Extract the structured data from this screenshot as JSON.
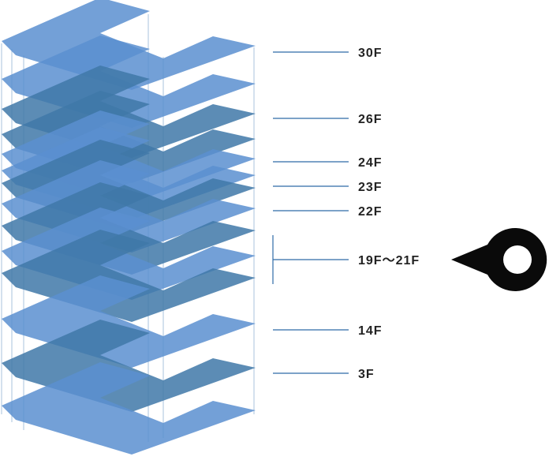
{
  "colors": {
    "slab_light": "#5b8fd0",
    "slab_mid": "#4d85c8",
    "slab_dark": "#3f78a8",
    "frame_line": "#a9c3de",
    "leader_line": "#2f6aa6",
    "label_text": "#222222",
    "pin": "#0a0a0a"
  },
  "floors": [
    {
      "label": "30F"
    },
    {
      "label": "26F"
    },
    {
      "label": "24F"
    },
    {
      "label": "23F"
    },
    {
      "label": "22F"
    },
    {
      "label": "19F〜21F"
    },
    {
      "label": "14F"
    },
    {
      "label": "3F"
    }
  ],
  "marker": {
    "icon": "location-pin-icon",
    "target": "19F〜21F"
  }
}
